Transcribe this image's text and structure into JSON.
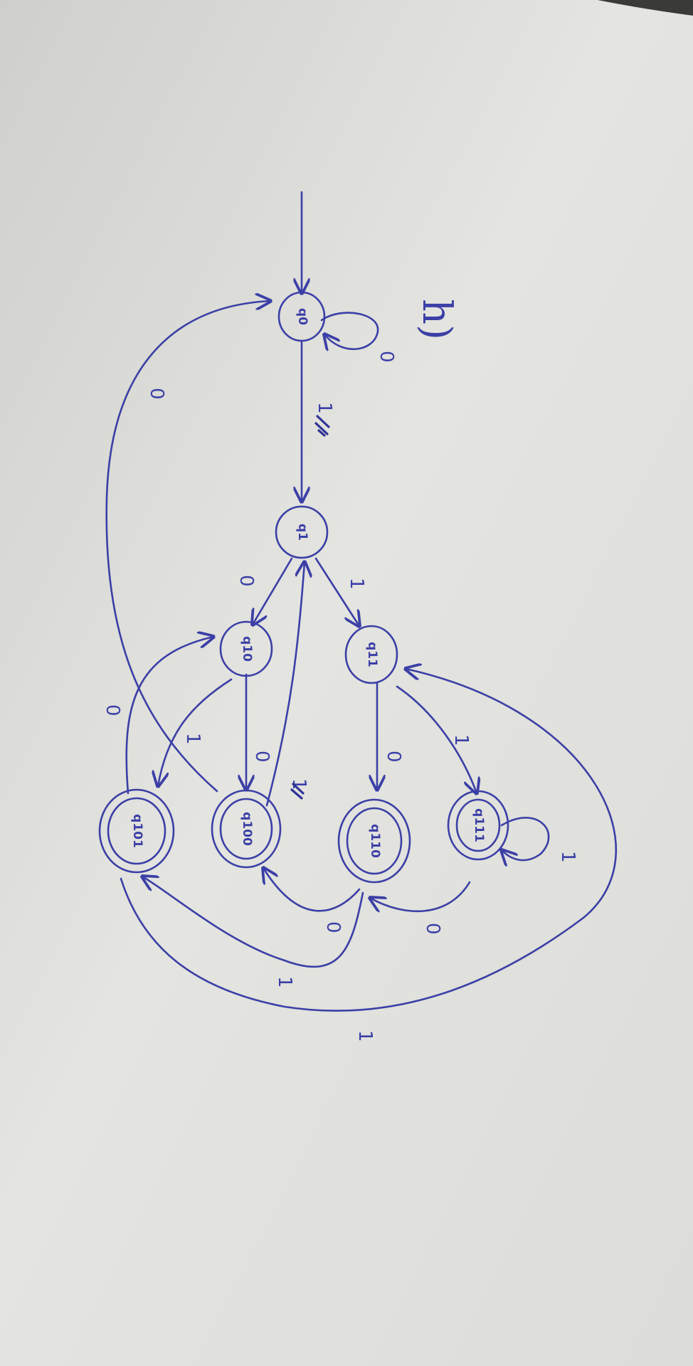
{
  "part_label": "h)",
  "start_arrow": true,
  "states": [
    {
      "id": "q0",
      "label": "q0",
      "accepting": false
    },
    {
      "id": "q1",
      "label": "q1",
      "accepting": false
    },
    {
      "id": "q10",
      "label": "q10",
      "accepting": false
    },
    {
      "id": "q11",
      "label": "q11",
      "accepting": false
    },
    {
      "id": "q100",
      "label": "q100",
      "accepting": true
    },
    {
      "id": "q101",
      "label": "q101",
      "accepting": true
    },
    {
      "id": "q110",
      "label": "q110",
      "accepting": true
    },
    {
      "id": "q111",
      "label": "q111",
      "accepting": true
    }
  ],
  "transitions": [
    {
      "from": "q0",
      "to": "q0",
      "symbol": "0"
    },
    {
      "from": "q0",
      "to": "q1",
      "symbol": "1"
    },
    {
      "from": "q1",
      "to": "q10",
      "symbol": "0"
    },
    {
      "from": "q1",
      "to": "q11",
      "symbol": "1"
    },
    {
      "from": "q10",
      "to": "q100",
      "symbol": "0"
    },
    {
      "from": "q10",
      "to": "q101",
      "symbol": "1"
    },
    {
      "from": "q11",
      "to": "q110",
      "symbol": "0"
    },
    {
      "from": "q11",
      "to": "q111",
      "symbol": "1"
    },
    {
      "from": "q100",
      "to": "q0",
      "symbol": "0"
    },
    {
      "from": "q100",
      "to": "q1",
      "symbol": "1"
    },
    {
      "from": "q101",
      "to": "q10",
      "symbol": "0"
    },
    {
      "from": "q101",
      "to": "q11",
      "symbol": "1"
    },
    {
      "from": "q110",
      "to": "q100",
      "symbol": "0"
    },
    {
      "from": "q110",
      "to": "q101",
      "symbol": "1"
    },
    {
      "from": "q111",
      "to": "q110",
      "symbol": "0"
    },
    {
      "from": "q111",
      "to": "q111",
      "symbol": "1"
    }
  ]
}
